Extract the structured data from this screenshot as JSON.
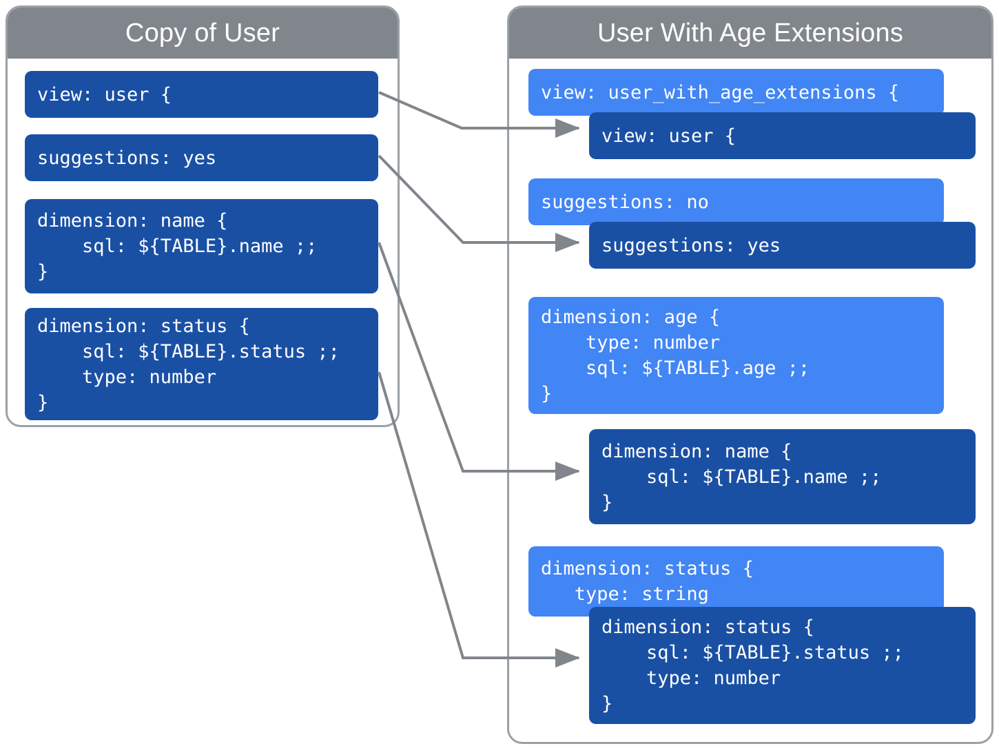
{
  "diagram": {
    "title": "LookML view copy versus view extension comparison",
    "colors": {
      "panel_border": "#9aa0a6",
      "panel_header": "#80868b",
      "box_dark": "#1a50a4",
      "box_light": "#4285f4",
      "connector": "#80868b",
      "background": "#ffffff"
    }
  },
  "left_panel": {
    "header": "Copy of User",
    "blocks": [
      {
        "name": "view-declaration",
        "text": "view: user {"
      },
      {
        "name": "suggestions-parameter",
        "text": "suggestions: yes"
      },
      {
        "name": "dimension-name",
        "text": "dimension: name {\n    sql: ${TABLE}.name ;;\n}"
      },
      {
        "name": "dimension-status",
        "text": "dimension: status {\n    sql: ${TABLE}.status ;;\n    type: number\n}"
      }
    ]
  },
  "right_panel": {
    "header": "User With Age Extensions",
    "blocks": [
      {
        "name": "view-declaration-extension",
        "variant": "light",
        "text": "view: user_with_age_extensions {"
      },
      {
        "name": "view-declaration-inherited",
        "variant": "dark",
        "text": "view: user {"
      },
      {
        "name": "suggestions-parameter-override",
        "variant": "light",
        "text": "suggestions: no"
      },
      {
        "name": "suggestions-parameter-inherited",
        "variant": "dark",
        "text": "suggestions: yes"
      },
      {
        "name": "dimension-age-new",
        "variant": "light",
        "text": "dimension: age {\n    type: number\n    sql: ${TABLE}.age ;;\n}"
      },
      {
        "name": "dimension-name-inherited",
        "variant": "dark",
        "text": "dimension: name {\n    sql: ${TABLE}.name ;;\n}"
      },
      {
        "name": "dimension-status-override",
        "variant": "light",
        "text": "dimension: status {\n   type: string"
      },
      {
        "name": "dimension-status-inherited",
        "variant": "dark",
        "text": "dimension: status {\n    sql: ${TABLE}.status ;;\n    type: number\n}"
      }
    ]
  },
  "connectors": [
    {
      "name": "connector-view",
      "from": "view-declaration",
      "to": "view-declaration-inherited"
    },
    {
      "name": "connector-suggestions",
      "from": "suggestions-parameter",
      "to": "suggestions-parameter-inherited"
    },
    {
      "name": "connector-dimension-name",
      "from": "dimension-name",
      "to": "dimension-name-inherited"
    },
    {
      "name": "connector-dimension-status",
      "from": "dimension-status",
      "to": "dimension-status-inherited"
    }
  ]
}
